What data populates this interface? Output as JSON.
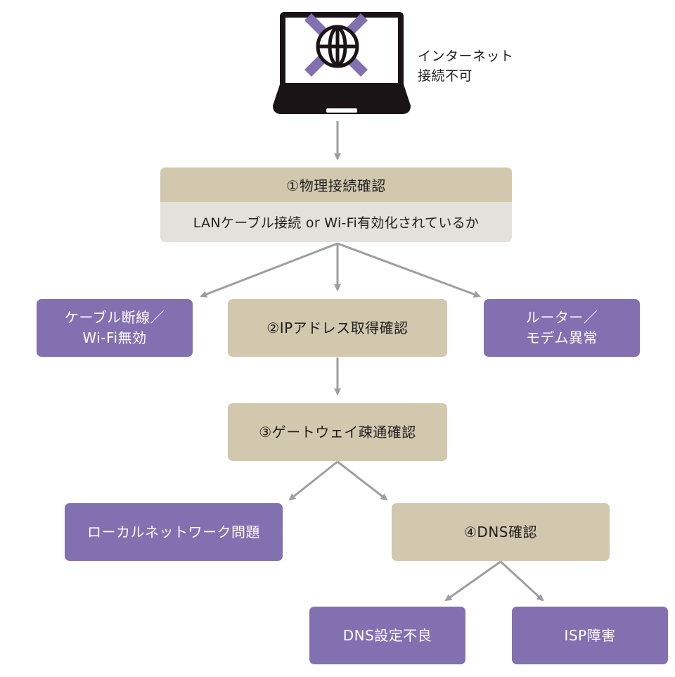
{
  "status": {
    "line1": "インターネット",
    "line2": "接続不可"
  },
  "step1": {
    "title": "①物理接続確認",
    "detail": "LANケーブル接続 or Wi-Fi有効化されているか"
  },
  "step2": {
    "title": "②IPアドレス取得確認"
  },
  "step3": {
    "title": "③ゲートウェイ疎通確認"
  },
  "step4": {
    "title": "④DNS確認"
  },
  "results": {
    "cable": {
      "line1": "ケーブル断線／",
      "line2": "Wi-Fi無効"
    },
    "router": {
      "line1": "ルーター／",
      "line2": "モデム異常"
    },
    "local_network": "ローカルネットワーク問題",
    "dns_config": "DNS設定不良",
    "isp": "ISP障害"
  },
  "colors": {
    "check_box": "#d2c8ae",
    "check_detail": "#e3e1db",
    "result_box": "#8370b1",
    "arrow": "#9e9e9e",
    "laptop": "#1a1416",
    "cross": "#8370b1"
  },
  "icons": [
    "laptop-icon",
    "globe-icon",
    "cross-mark-icon"
  ]
}
